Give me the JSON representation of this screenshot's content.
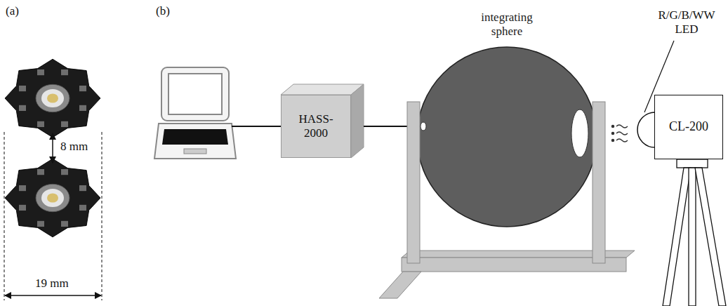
{
  "diagram": {
    "nodes": [
      {
        "text": [
          "HASS-2000"
        ]
      },
      {
        "text": [
          "integrating sphere"
        ]
      },
      {
        "text": [
          "CL-200"
        ]
      }
    ],
    "edges": [
      {
        "from": 0,
        "to": 1,
        "arrow": "none"
      }
    ],
    "labels": [
      "(a)",
      "(b)",
      "8 mm",
      "19 mm",
      "R/G/B/WW LED"
    ]
  }
}
